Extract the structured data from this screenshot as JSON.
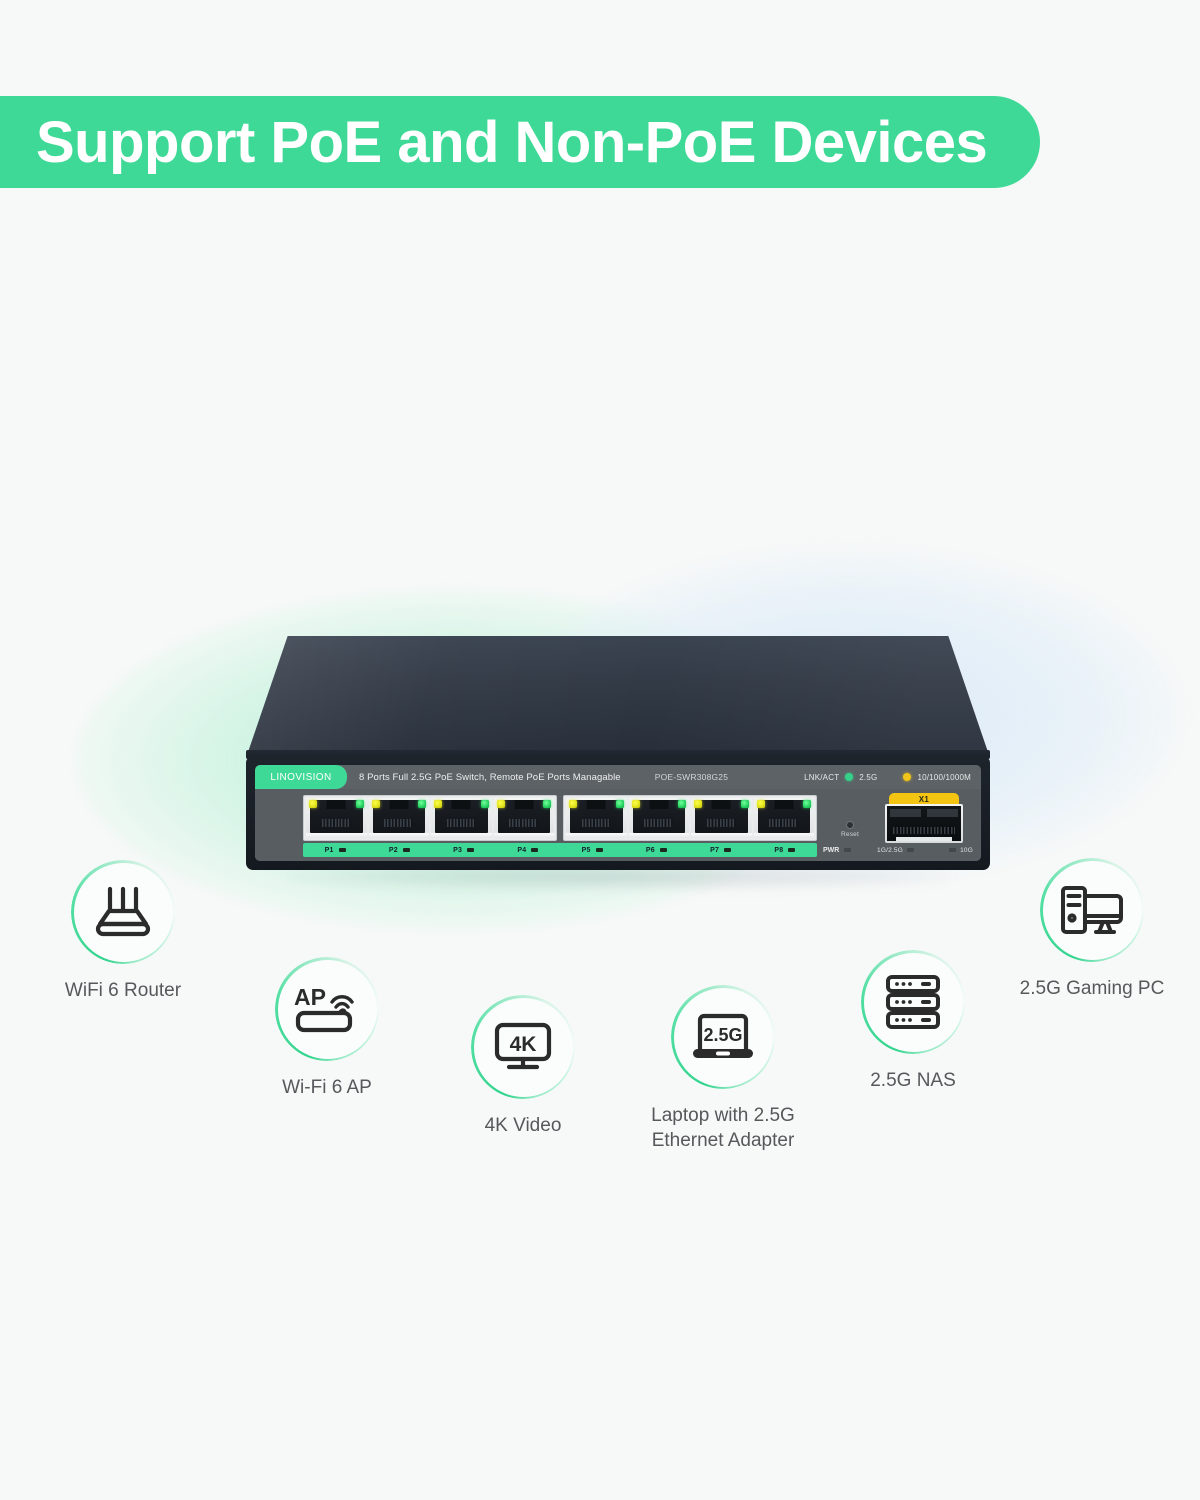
{
  "banner": {
    "text": "Support PoE and Non-PoE Devices",
    "background_color": "#3ed997",
    "text_color": "#ffffff"
  },
  "page": {
    "background_color": "#f7f9f8",
    "label_color": "#55595b"
  },
  "device": {
    "brand": "LINOVISION",
    "description": "8 Ports Full 2.5G PoE Switch, Remote PoE Ports Managable",
    "model": "POE-SWR308G25",
    "led_legend": {
      "title": "LNK/ACT",
      "items": [
        {
          "label": "2.5G",
          "color": "#36d08a",
          "dot": "green-led-dot"
        },
        {
          "label": "10/100/1000M",
          "color": "#f0c419",
          "dot": "amber-led-dot"
        }
      ]
    },
    "ports": [
      {
        "label": "P1"
      },
      {
        "label": "P2"
      },
      {
        "label": "P3"
      },
      {
        "label": "P4"
      },
      {
        "label": "P5"
      },
      {
        "label": "P6"
      },
      {
        "label": "P7"
      },
      {
        "label": "P8"
      }
    ],
    "reset_label": "Reset",
    "power_label": "PWR",
    "sfp": {
      "slot_label": "X1",
      "slot_label_color": "#f3c412",
      "speed_labels": [
        "1G/2.5G",
        "10G"
      ]
    },
    "accent_color": "#3ed997",
    "chassis_color": "#1e242c",
    "faceplate_color": "#585d61"
  },
  "features": [
    {
      "id": "wifi6-router",
      "label": "WiFi 6 Router",
      "icon": "router-icon"
    },
    {
      "id": "wifi6-ap",
      "label": "Wi-Fi 6 AP",
      "icon": "access-point-icon",
      "icon_text": "AP"
    },
    {
      "id": "4k-video",
      "label": "4K Video",
      "icon": "monitor-icon",
      "icon_text": "4K"
    },
    {
      "id": "laptop-25g",
      "label": "Laptop with 2.5G\nEthernet Adapter",
      "icon": "laptop-icon",
      "icon_text": "2.5G"
    },
    {
      "id": "nas-25g",
      "label": "2.5G NAS",
      "icon": "server-rack-icon"
    },
    {
      "id": "gaming-pc",
      "label": "2.5G Gaming PC",
      "icon": "desktop-pc-icon"
    }
  ]
}
